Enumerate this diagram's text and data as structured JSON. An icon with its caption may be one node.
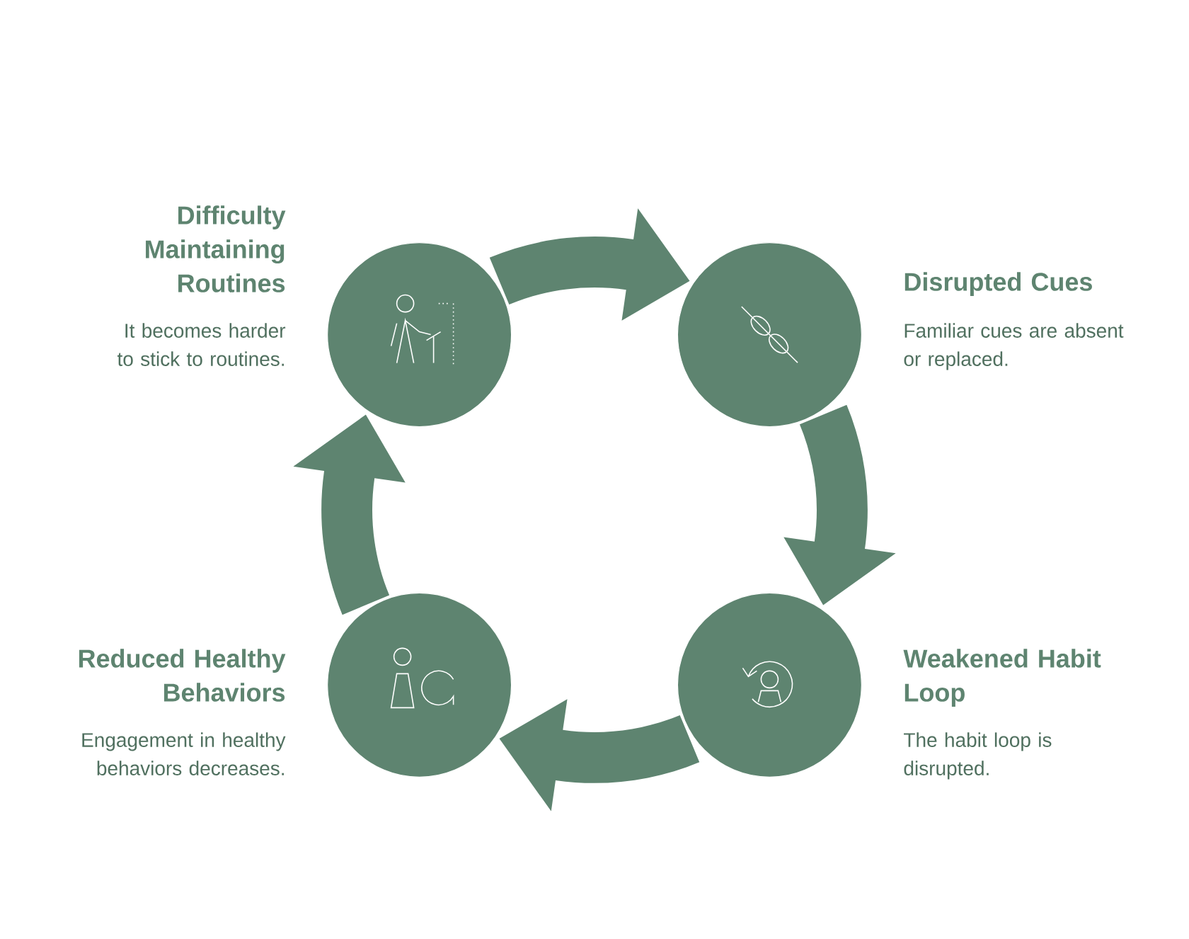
{
  "diagram": {
    "nodes": [
      {
        "text": [
          "Difficulty Maintaining Routines",
          "It becomes harder to stick to routines."
        ]
      },
      {
        "text": [
          "Disrupted Cues",
          "Familiar cues are absent or replaced."
        ]
      },
      {
        "text": [
          "Reduced Healthy Behaviors",
          "Engagement in healthy behaviors decreases."
        ]
      },
      {
        "text": [
          "Weakened Habit Loop",
          "The habit loop is disrupted."
        ]
      }
    ],
    "edges": [
      {
        "from": 0,
        "to": 1,
        "arrow": "to"
      },
      {
        "from": 1,
        "to": 3,
        "arrow": "to"
      },
      {
        "from": 3,
        "to": 2,
        "arrow": "to"
      },
      {
        "from": 2,
        "to": 0,
        "arrow": "to"
      }
    ]
  }
}
